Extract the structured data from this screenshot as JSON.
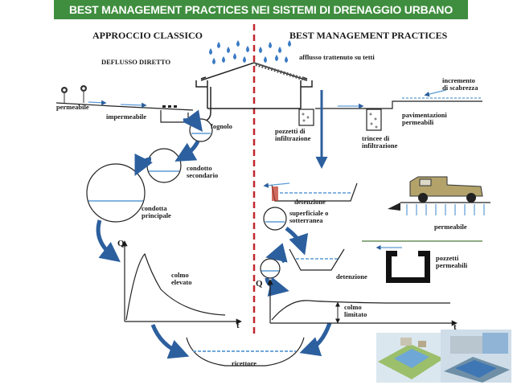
{
  "banner": "BEST MANAGEMENT PRACTICES NEI SISTEMI DI DRENAGGIO URBANO",
  "left": {
    "heading": "APPROCCIO CLASSICO",
    "deflusso": "DEFLUSSO DIRETTO",
    "permeabile": "permeabile",
    "impermeabile": "impermeabile",
    "fognolo": "fognolo",
    "condotto_1": "condotto",
    "condotto_2": "secondario",
    "condotta_1": "condotta",
    "condotta_2": "principale",
    "graph_q": "Q",
    "graph_t": "t",
    "colmo_1": "colmo",
    "colmo_2": "elevato"
  },
  "right": {
    "heading": "BEST MANAGEMENT PRACTICES",
    "afflusso": "afflusso trattenuto su tetti",
    "incremento_1": "incremento",
    "incremento_2": "di scabrezza",
    "pavimentazioni_1": "pavimentazioni",
    "pavimentazioni_2": "permeabili",
    "pozzetti_inf_1": "pozzetti di",
    "pozzetti_inf_2": "infiltrazione",
    "trincee_1": "trincee di",
    "trincee_2": "infiltrazione",
    "detenzione_1": "detenzione",
    "superficiale_1": "superficiale o",
    "superficiale_2": "sotterranea",
    "permeabile": "permeabile",
    "pozzetti_perm_1": "pozzetti",
    "pozzetti_perm_2": "permeabili",
    "detenzione_2": "detenzione",
    "graph_q": "Q",
    "graph_t": "t",
    "colmo_1": "colmo",
    "colmo_2": "limitato"
  },
  "bottom": {
    "ricettore": "ricettore"
  },
  "colors": {
    "banner": "#3f8e3f",
    "arrow": "#2c5f9e",
    "divider": "#c0272d",
    "water": "#5b9bd5"
  }
}
